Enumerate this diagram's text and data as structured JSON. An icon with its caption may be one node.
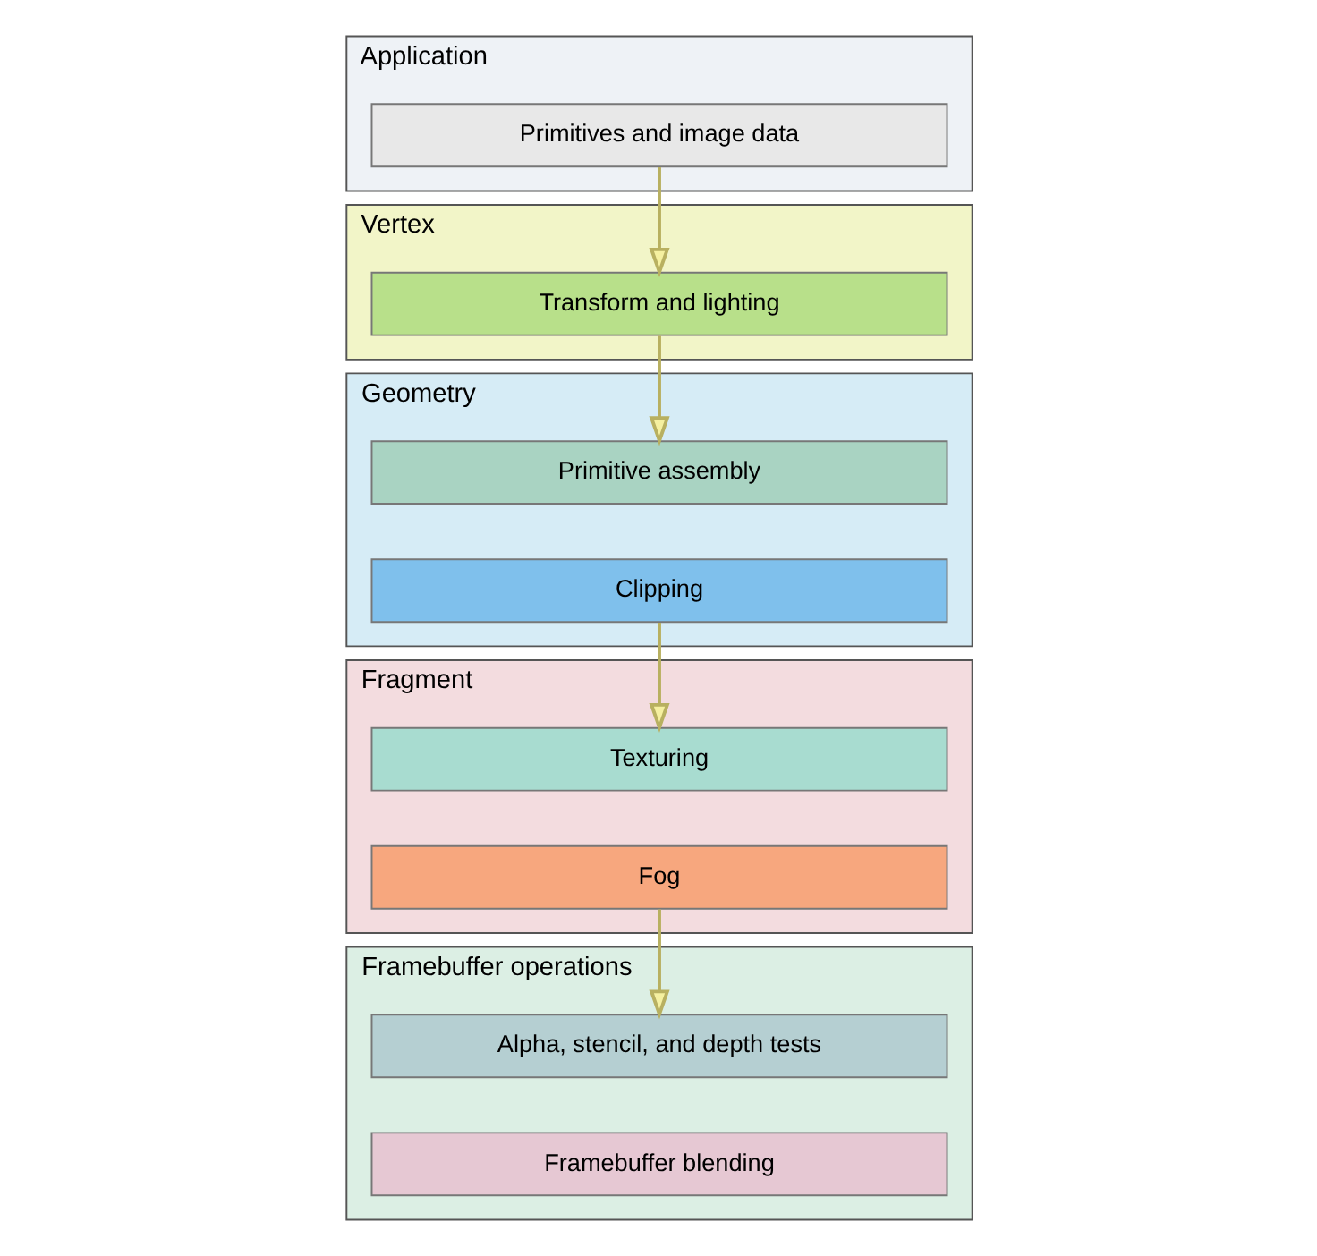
{
  "diagram": {
    "nodes": [
      {
        "text": [
          "Application"
        ]
      },
      {
        "text": [
          "Primitives and image data"
        ],
        "in": 0
      },
      {
        "text": [
          "Vertex"
        ]
      },
      {
        "text": [
          "Transform and lighting"
        ],
        "in": 2
      },
      {
        "text": [
          "Geometry"
        ]
      },
      {
        "text": [
          "Primitive assembly"
        ],
        "in": 4
      },
      {
        "text": [
          "Clipping"
        ],
        "in": 4
      },
      {
        "text": [
          "Fragment"
        ]
      },
      {
        "text": [
          "Texturing"
        ],
        "in": 7
      },
      {
        "text": [
          "Fog"
        ],
        "in": 7
      },
      {
        "text": [
          "Framebuffer operations"
        ]
      },
      {
        "text": [
          "Alpha, stencil, and depth tests"
        ],
        "in": 10
      },
      {
        "text": [
          "Framebuffer blending"
        ],
        "in": 10
      }
    ],
    "edges": [
      {
        "from": 1,
        "to": 3,
        "arrow": "to"
      },
      {
        "from": 3,
        "to": 5,
        "arrow": "to"
      },
      {
        "from": 6,
        "to": 8,
        "arrow": "to"
      },
      {
        "from": 9,
        "to": 11,
        "arrow": "to"
      }
    ]
  }
}
